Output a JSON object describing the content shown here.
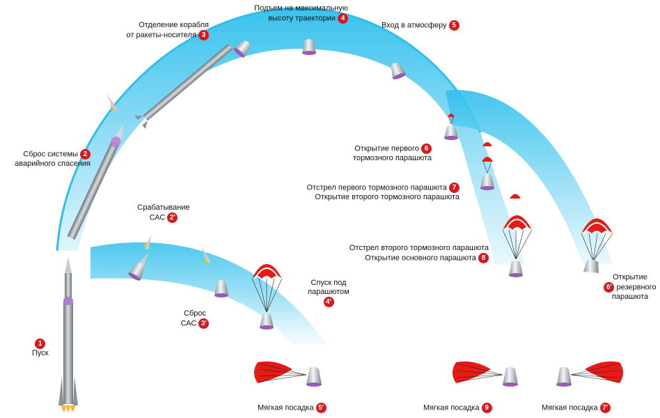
{
  "colors": {
    "trajectory": "#38c4ee",
    "badge": "#d7191c",
    "parachute_red": "#e41b17",
    "rocket": "#9aa3a7"
  },
  "labels": {
    "l1": {
      "text": "Пуск",
      "badge": "1"
    },
    "l2": {
      "line1": "Сброс системы",
      "line2": "аварийного спасения",
      "badge": "2"
    },
    "l2p": {
      "line1": "Срабатывание",
      "line2": "САС",
      "badge": "2'"
    },
    "l3": {
      "line1": "Отделение корабля",
      "line2": "от ракеты-носителя",
      "badge": "3"
    },
    "l3p": {
      "line1": "Сброс",
      "line2": "САС",
      "badge": "3'"
    },
    "l4": {
      "line1": "Подъем на максимальную",
      "line2": "высоту траектории",
      "badge": "4"
    },
    "l4p": {
      "line1": "Спуск под",
      "line2": "парашютом",
      "badge": "4'"
    },
    "l5": {
      "text": "Вход в атмосферу",
      "badge": "5"
    },
    "l5p": {
      "text": "Мягкая посадка",
      "badge": "5'"
    },
    "l6": {
      "line1": "Открытие первого",
      "line2": "тормозного парашюта",
      "badge": "6"
    },
    "l6p": {
      "line1": "Открытие",
      "line2": "резервного",
      "line3": "парашюта",
      "badge": "6'"
    },
    "l7": {
      "line1": "Отстрел первого тормозного парашюта",
      "line2": "Открытие второго тормозного парашюта",
      "badge": "7"
    },
    "l7p": {
      "text": "Мягкая посадка",
      "badge": "7'"
    },
    "l8": {
      "line1": "Отстрел второго тормозного парашюта",
      "line2": "Открытие основного парашюта",
      "badge": "8"
    },
    "l9": {
      "text": "Мягкая посадка",
      "badge": "9"
    }
  }
}
